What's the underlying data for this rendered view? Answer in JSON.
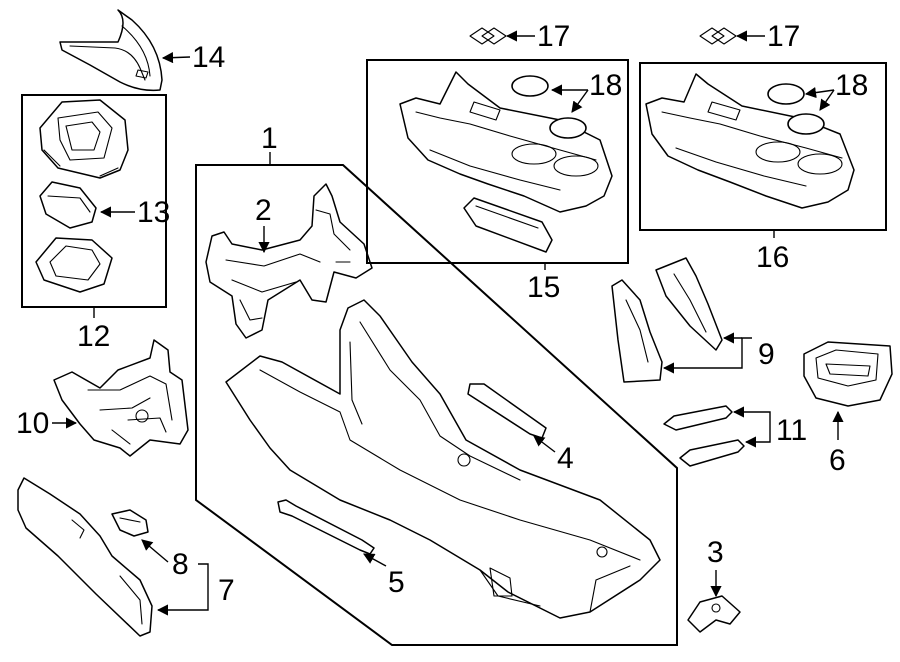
{
  "callouts": {
    "c1": "1",
    "c2": "2",
    "c3": "3",
    "c4": "4",
    "c5": "5",
    "c6": "6",
    "c7": "7",
    "c8": "8",
    "c9": "9",
    "c10": "10",
    "c11": "11",
    "c12": "12",
    "c13": "13",
    "c14": "14",
    "c15": "15",
    "c16": "16",
    "c17a": "17",
    "c17b": "17",
    "c18a": "18",
    "c18b": "18"
  }
}
